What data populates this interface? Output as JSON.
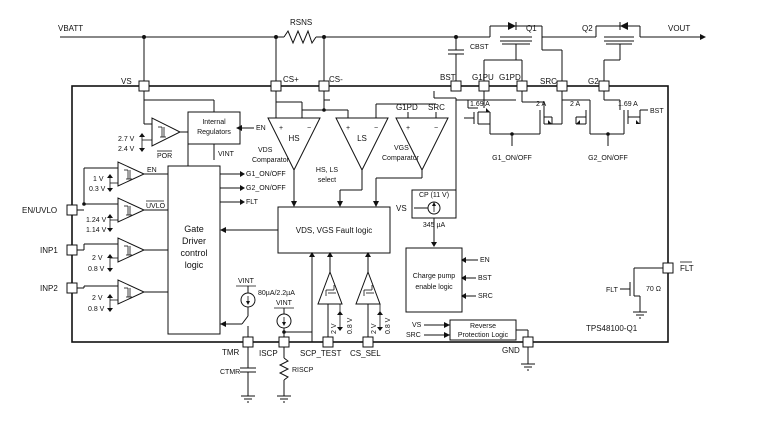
{
  "pins": {
    "vbatt": "VBATT",
    "vout": "VOUT",
    "vs": "VS",
    "cs_plus": "CS+",
    "cs_minus": "CS-",
    "bst": "BST",
    "g1pu": "G1PU",
    "g1pd": "G1PD",
    "src": "SRC",
    "g2": "G2",
    "en_uvlo": "EN/UVLO",
    "inp1": "INP1",
    "inp2": "INP2",
    "tmr": "TMR",
    "iscp": "ISCP",
    "scp_test": "SCP_TEST",
    "cs_sel": "CS_SEL",
    "gnd": "GND",
    "flt": "FLT"
  },
  "components": {
    "rsns": "RSNS",
    "cbst": "CBST",
    "q1": "Q1",
    "q2": "Q2",
    "ctmr": "CTMR",
    "riscp": "RISCP"
  },
  "chip_name": "TPS48100-Q1",
  "blocks": {
    "internal_regulators": [
      "Internal",
      "Regulators"
    ],
    "gate_driver": [
      "Gate",
      "Driver",
      "control",
      "logic"
    ],
    "fault_logic": "VDS, VGS Fault logic",
    "charge_pump_logic": [
      "Charge pump",
      "enable logic"
    ],
    "reverse_protection": [
      "Reverse",
      "Protection Logic"
    ],
    "cp": "CP (11 V)",
    "cp_current": "345 µA",
    "hs": "HS",
    "ls": "LS",
    "hs_ls_select": [
      "HS, LS",
      "select"
    ],
    "vds_comparator": [
      "VDS",
      "Comparator"
    ],
    "vgs_comparator": [
      "VGS",
      "Comparator"
    ]
  },
  "signals": {
    "en": "EN",
    "vint": "VINT",
    "g1_onoff": "G1_ON/OFF",
    "g2_onoff": "G2_ON/OFF",
    "flt": "FLT",
    "por": "POR",
    "uvlo": "UVLO",
    "g1pd_label": "G1PD",
    "src_label": "SRC",
    "vs_label": "VS",
    "g1_onoff_sw": "G1_ON/OFF",
    "g2_onoff_sw": "G2_ON/OFF",
    "cp_en": "EN",
    "cp_bst": "BST",
    "cp_src": "SRC",
    "rev_vs": "VS",
    "rev_src": "SRC",
    "bst_right": "BST",
    "flt_gate": "FLT"
  },
  "values": {
    "por_hi": "2.7 V",
    "por_lo": "2.4 V",
    "en_hi": "1 V",
    "en_lo": "0.3 V",
    "uvlo_hi": "1.24 V",
    "uvlo_lo": "1.14 V",
    "inp1_hi": "2 V",
    "inp1_lo": "0.8 V",
    "inp2_hi": "2 V",
    "inp2_lo": "0.8 V",
    "tmr_current": "80µA/2.2µA",
    "scp_hi": "2 V",
    "scp_lo": "0.8 V",
    "cssel_hi": "2 V",
    "cssel_lo": "0.8 V",
    "g1pu_current": "1.69 A",
    "g1pd_current": "2 A",
    "g2_src_current": "2 A",
    "g2_pu_current": "1.69 A",
    "flt_res": "70 Ω"
  }
}
